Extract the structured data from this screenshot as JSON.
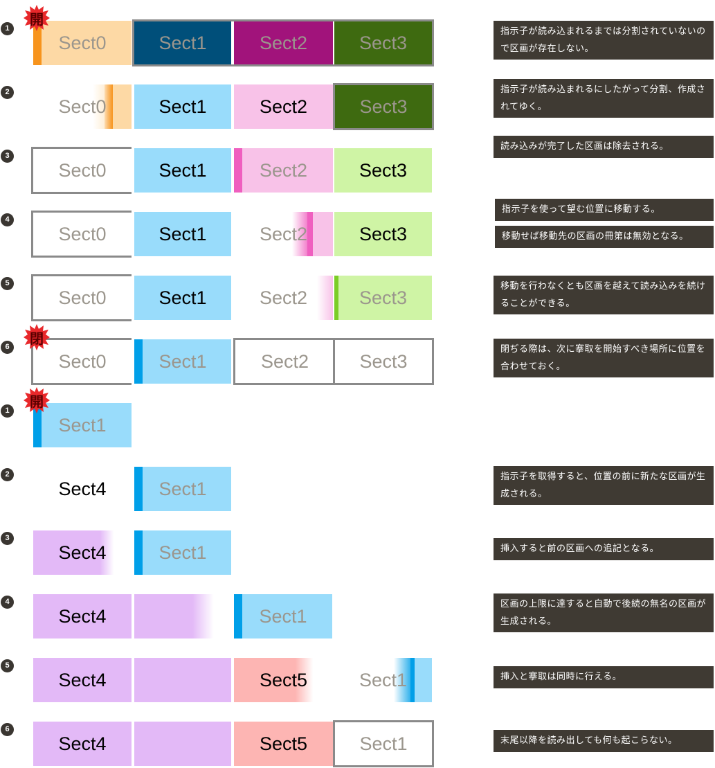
{
  "colors": {
    "peach": "#fdd9a5",
    "navy": "#004f7a",
    "magenta": "#a1137b",
    "olive": "#3e6a10",
    "sky": "#99dcfb",
    "pink": "#f8c2e8",
    "lime": "#cff4a5",
    "lavender": "#e3b9f7",
    "salmon": "#fdb5b3",
    "orange_bar": "#f7941d",
    "pink_bar": "#ef5fbf",
    "green_bar": "#7ccd26",
    "blue_bar": "#009fe8",
    "outline": "#8a8a8a",
    "note_bg": "#3f3a33",
    "badge_bg": "#3a3631",
    "star": "#e8282b"
  },
  "stamps": {
    "open": "開",
    "close": "閉"
  },
  "group_a": {
    "steps": [
      {
        "num": "1",
        "cells": [
          "Sect0",
          "Sect1",
          "Sect2",
          "Sect3"
        ],
        "note": "指示子が読み込まれるまでは分割されていないので区画が存在しない。"
      },
      {
        "num": "2",
        "cells": [
          "Sect0",
          "Sect1",
          "Sect2",
          "Sect3"
        ],
        "note": "指示子が読み込まれるにしたがって分割、作成されてゆく。"
      },
      {
        "num": "3",
        "cells": [
          "Sect0",
          "Sect1",
          "Sect2",
          "Sect3"
        ],
        "note": "読み込みが完了した区画は除去される。"
      },
      {
        "num": "4",
        "cells": [
          "Sect0",
          "Sect1",
          "Sect2",
          "Sect3"
        ],
        "notes": [
          "指示子を使って望む位置に移動する。",
          "移動せば移動先の区画の冊第は無効となる。"
        ]
      },
      {
        "num": "5",
        "cells": [
          "Sect0",
          "Sect1",
          "Sect2",
          "Sect3"
        ],
        "note": "移動を行わなくとも区画を越えて読み込みを続けることができる。"
      },
      {
        "num": "6",
        "cells": [
          "Sect0",
          "Sect1",
          "Sect2",
          "Sect3"
        ],
        "note": "閉ぢる際は、次に搴取を開始すべき場所に位置を合わせておく。"
      }
    ]
  },
  "group_b": {
    "steps": [
      {
        "num": "1",
        "cells": [
          "Sect1"
        ]
      },
      {
        "num": "2",
        "cells": [
          "Sect4",
          "Sect1"
        ],
        "note": "指示子を取得すると、位置の前に新たな区画が生成される。"
      },
      {
        "num": "3",
        "cells": [
          "Sect4",
          "Sect1"
        ],
        "note": "挿入すると前の区画への追記となる。"
      },
      {
        "num": "4",
        "cells": [
          "Sect4",
          "Sect1"
        ],
        "note": "区画の上限に達すると自動で後続の無名の区画が生成される。"
      },
      {
        "num": "5",
        "cells": [
          "Sect4",
          "Sect5",
          "Sect1"
        ],
        "note": "挿入と搴取は同時に行える。"
      },
      {
        "num": "6",
        "cells": [
          "Sect4",
          "Sect5",
          "Sect1"
        ],
        "note": "末尾以降を読み出しても何も起こらない。"
      }
    ]
  }
}
